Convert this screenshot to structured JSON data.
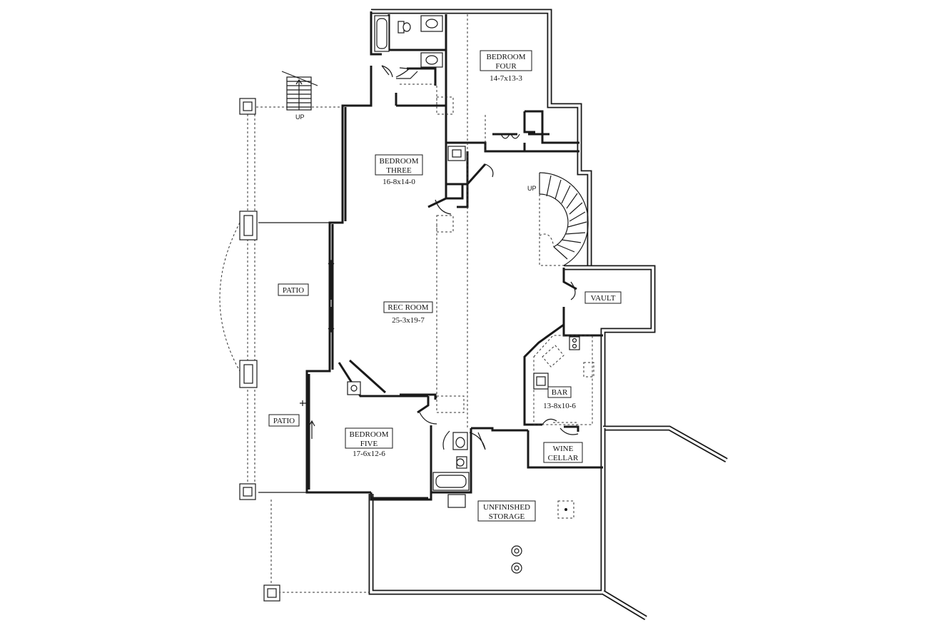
{
  "rooms": {
    "bedroom_four": {
      "name_line1": "BEDROOM",
      "name_line2": "FOUR",
      "dims": "14-7x13-3"
    },
    "bedroom_three": {
      "name_line1": "BEDROOM",
      "name_line2": "THREE",
      "dims": "16-8x14-0"
    },
    "rec_room": {
      "name": "REC ROOM",
      "dims": "25-3x19-7"
    },
    "bedroom_five": {
      "name_line1": "BEDROOM",
      "name_line2": "FIVE",
      "dims": "17-6x12-6"
    },
    "bar": {
      "name": "BAR",
      "dims": "13-8x10-6"
    },
    "vault": {
      "name": "VAULT"
    },
    "wine_cellar": {
      "name_line1": "WINE",
      "name_line2": "CELLAR"
    },
    "unfinished_storage": {
      "name_line1": "UNFINISHED",
      "name_line2": "STORAGE"
    },
    "patio_upper": {
      "name": "PATIO"
    },
    "patio_lower": {
      "name": "PATIO"
    }
  },
  "stairs": {
    "exterior_label": "UP",
    "spiral_label": "UP"
  }
}
